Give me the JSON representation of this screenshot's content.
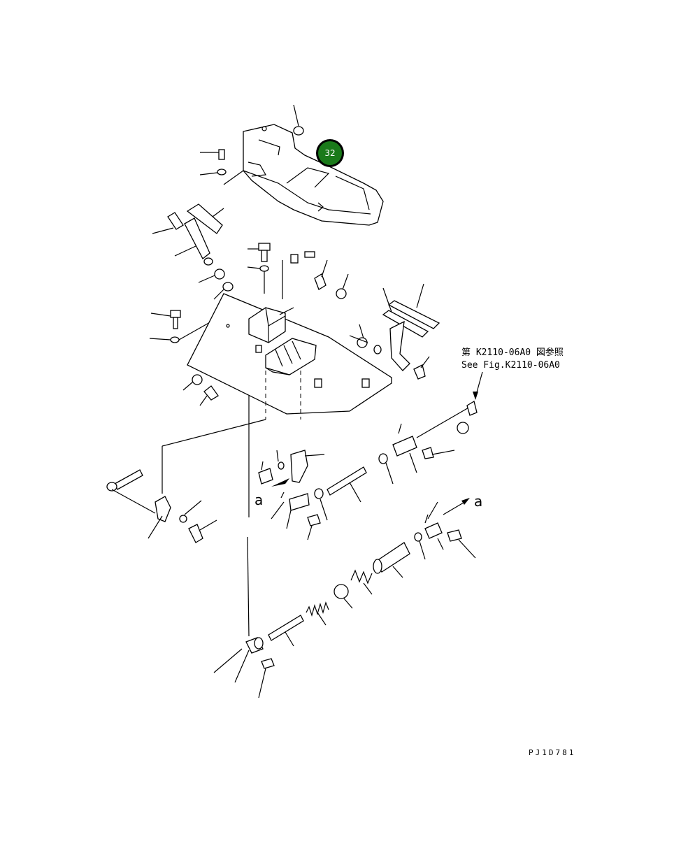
{
  "reference_note": {
    "jp": "第 K2110-06A0 図参照",
    "en": "See Fig.K2110-06A0"
  },
  "view_markers": [
    "a",
    "a"
  ],
  "drawing_code": "PJ1D781",
  "callout": {
    "label": "32",
    "color": "#1a7a1a"
  }
}
